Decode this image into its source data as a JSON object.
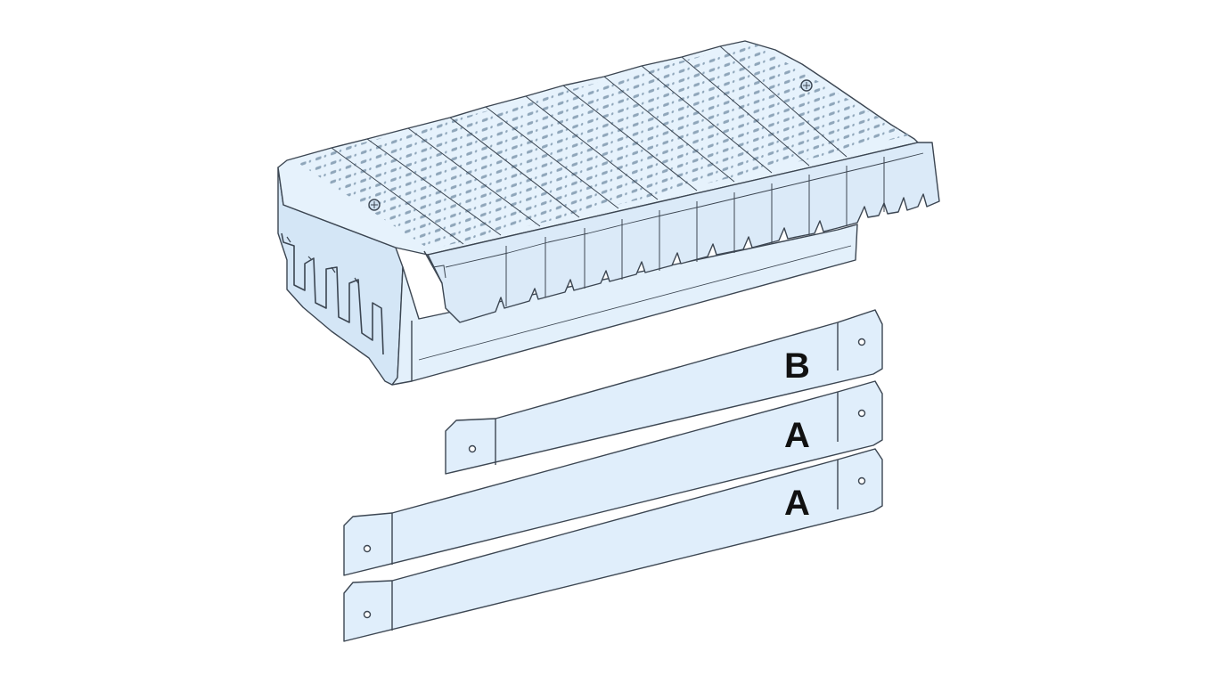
{
  "illustration": {
    "subject": "busbar-insulator-kit",
    "colors": {
      "body_fill": "#deedf9",
      "body_fill_light": "#eef6fc",
      "body_shade": "#c9dff1",
      "outline": "#3c4652",
      "perforation": "#8fa6ba",
      "background": "#ffffff"
    }
  },
  "bars": [
    {
      "id": "bar-1",
      "letter": "B"
    },
    {
      "id": "bar-2",
      "letter": "A"
    },
    {
      "id": "bar-3",
      "letter": "A"
    },
    {
      "id": "bar-4",
      "letter": ""
    }
  ]
}
